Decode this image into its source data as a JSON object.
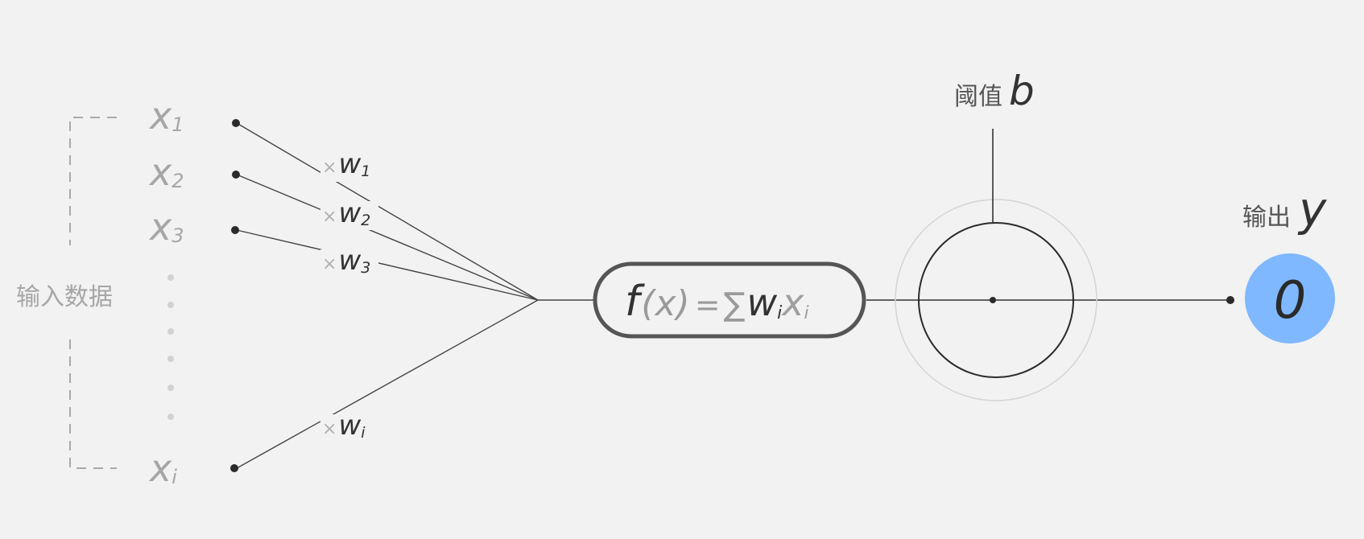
{
  "inputs_label": "输入数据",
  "inputs": [
    {
      "var": "x",
      "sub": "1"
    },
    {
      "var": "x",
      "sub": "2"
    },
    {
      "var": "x",
      "sub": "3"
    },
    {
      "var": "x",
      "sub": "i"
    }
  ],
  "weights": [
    {
      "times": "×",
      "var": "w",
      "sub": "1"
    },
    {
      "times": "×",
      "var": "w",
      "sub": "2"
    },
    {
      "times": "×",
      "var": "w",
      "sub": "3"
    },
    {
      "times": "×",
      "var": "w",
      "sub": "i"
    }
  ],
  "formula": {
    "f": "f",
    "arg": "(x)",
    "eq": "=",
    "sum": "∑",
    "w": "w",
    "w_sub": "i",
    "x": "x",
    "x_sub": "i"
  },
  "threshold": {
    "label": "阈值",
    "var": "b"
  },
  "output": {
    "label": "输出",
    "var": "y",
    "value": "0"
  },
  "colors": {
    "background": "#f2f2f2",
    "output_fill": "#7fb8ff",
    "line": "#333333",
    "muted_text": "#a6a6a6"
  }
}
